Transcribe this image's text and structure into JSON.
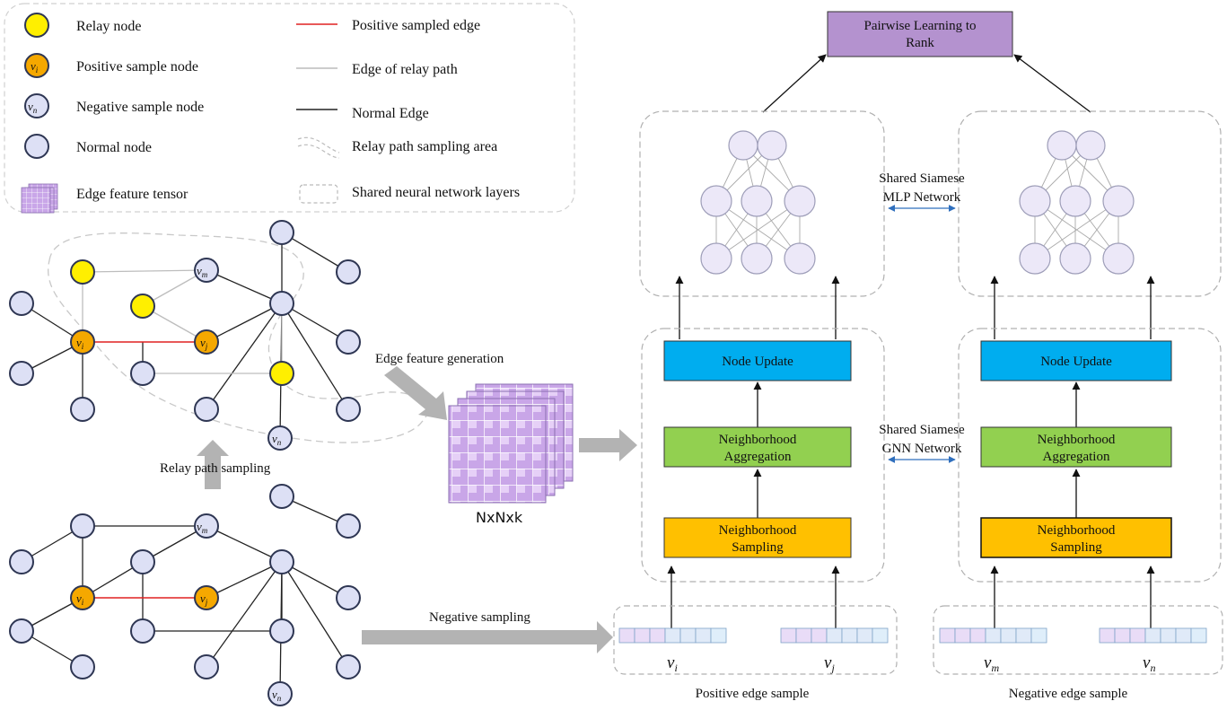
{
  "legend": {
    "relay_node": "Relay node",
    "positive_sample_node": "Positive sample node",
    "negative_sample_node": "Negative sample node",
    "normal_node": "Normal node",
    "edge_feature_tensor": "Edge feature tensor",
    "positive_sampled_edge": "Positive sampled edge",
    "edge_of_relay_path": "Edge of relay path",
    "normal_edge": "Normal Edge",
    "relay_path_sampling_area": "Relay path sampling area",
    "shared_layers": "Shared neural network layers"
  },
  "graph": {
    "relay_sampling_label": "Relay path sampling",
    "edge_feature_generation_label": "Edge  feature generation",
    "tensor_label": "NxNxk",
    "negative_sampling_label": "Negative sampling",
    "node_vi": "v",
    "node_vi_sub": "i",
    "node_vj": "v",
    "node_vj_sub": "j",
    "node_vm": "v",
    "node_vm_sub": "m",
    "node_vn": "v",
    "node_vn_sub": "n"
  },
  "model": {
    "pairwise_line1": "Pairwise Learning  to",
    "pairwise_line2": "Rank",
    "mlp_line1": "Shared Siamese",
    "mlp_line2": "MLP Network",
    "gnn_line1": "Shared Siamese",
    "gnn_line2": "GNN Network",
    "node_update": "Node Update",
    "agg_line1": "Neighborhood",
    "agg_line2": "Aggregation",
    "samp_line1": "Neighborhood",
    "samp_line2": "Sampling",
    "pos_edge_sample": "Positive edge sample",
    "neg_edge_sample": "Negative edge sample",
    "v_i": "v",
    "v_i_sub": "i",
    "v_j": "v",
    "v_j_sub": "j",
    "v_m": "v",
    "v_m_sub": "m",
    "v_n": "v",
    "v_n_sub": "n"
  },
  "colors": {
    "relay_node": "#ffef00",
    "positive_node": "#f5a800",
    "normal_node": "#dde0f5",
    "node_stroke": "#2e3653",
    "positive_edge": "#e02020",
    "relay_edge": "#bbbbbb",
    "normal_edge": "#222222",
    "node_update": "#00adef",
    "aggregation": "#92d050",
    "sampling": "#ffc000",
    "pairwise": "#b492cf",
    "tensor": "#c9a6e8",
    "arrow_gray": "#b3b3b3",
    "dashed_box": "#b0b0b0"
  },
  "icons": [
    "edge-feature-tensor-icon",
    "right-arrow-icon",
    "up-arrow-icon",
    "double-arrow-icon"
  ]
}
